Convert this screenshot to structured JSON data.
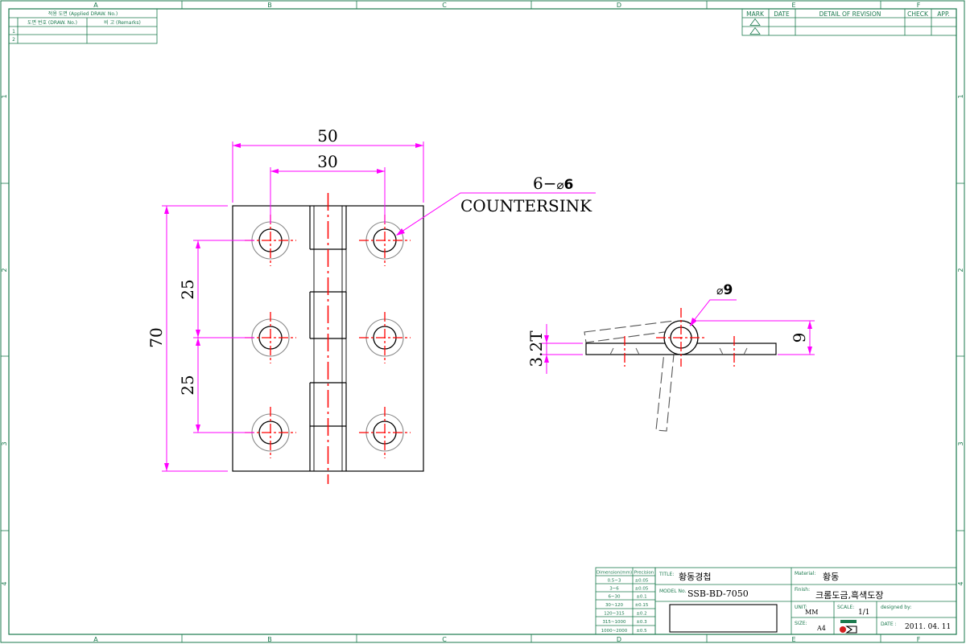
{
  "zones": {
    "cols": [
      "A",
      "B",
      "C",
      "D",
      "E",
      "F"
    ],
    "rows": [
      "1",
      "2",
      "3",
      "4"
    ]
  },
  "applied_table": {
    "row1_header": "적용 도면 (Applied DRAW. No.)",
    "col_drawing_no": "도면 번호 (DRAW. No.)",
    "col_remarks": "비 고 (Remarks)",
    "row_numbers": [
      "1",
      "2"
    ]
  },
  "revision_table": {
    "headers": [
      "MARK",
      "DATE",
      "DETAIL OF REVISION",
      "CHECK",
      "APP."
    ]
  },
  "dimensions": {
    "overall_width": "50",
    "hole_spacing_x": "30",
    "hole_spacing_y_top": "25",
    "hole_spacing_y_bottom": "25",
    "overall_height": "70",
    "hole_callout_count": "6−",
    "hole_callout_size": "6",
    "hole_callout_note": "COUNTERSINK",
    "knuckle_dia": "9",
    "total_thickness": "9",
    "leaf_thickness": "3.2T"
  },
  "tolerance_table": {
    "headers": [
      "Dimension(mm)",
      "Precision"
    ],
    "rows": [
      [
        "0.5~3",
        "±0.05"
      ],
      [
        "3~6",
        "±0.05"
      ],
      [
        "6~30",
        "±0.1"
      ],
      [
        "30~120",
        "±0.15"
      ],
      [
        "120~315",
        "±0.2"
      ],
      [
        "315~1000",
        "±0.3"
      ],
      [
        "1000~2000",
        "±0.5"
      ]
    ]
  },
  "title_block": {
    "title_label": "TITLE:",
    "title": "황동경첩",
    "model_label": "MODEL No.",
    "model": "SSB-BD-7050",
    "material_label": "Material:",
    "material": "황동",
    "finish_label": "Finish:",
    "finish": "크롬도금,흑색도장",
    "unit_label": "UNIT:",
    "unit": "MM",
    "scale_label": "SCALE:",
    "scale": "1/1",
    "designed_label": "designed by:",
    "size_label": "SIZE:",
    "size": "A4",
    "date_label": "DATE :",
    "date": "2011. 04. 11"
  },
  "colors": {
    "frame": "#1b7a4e",
    "dimension": "#ff00ff",
    "centerline": "#ff0000",
    "object": "#000000",
    "hidden": "#555555",
    "countersink": "#888888"
  }
}
